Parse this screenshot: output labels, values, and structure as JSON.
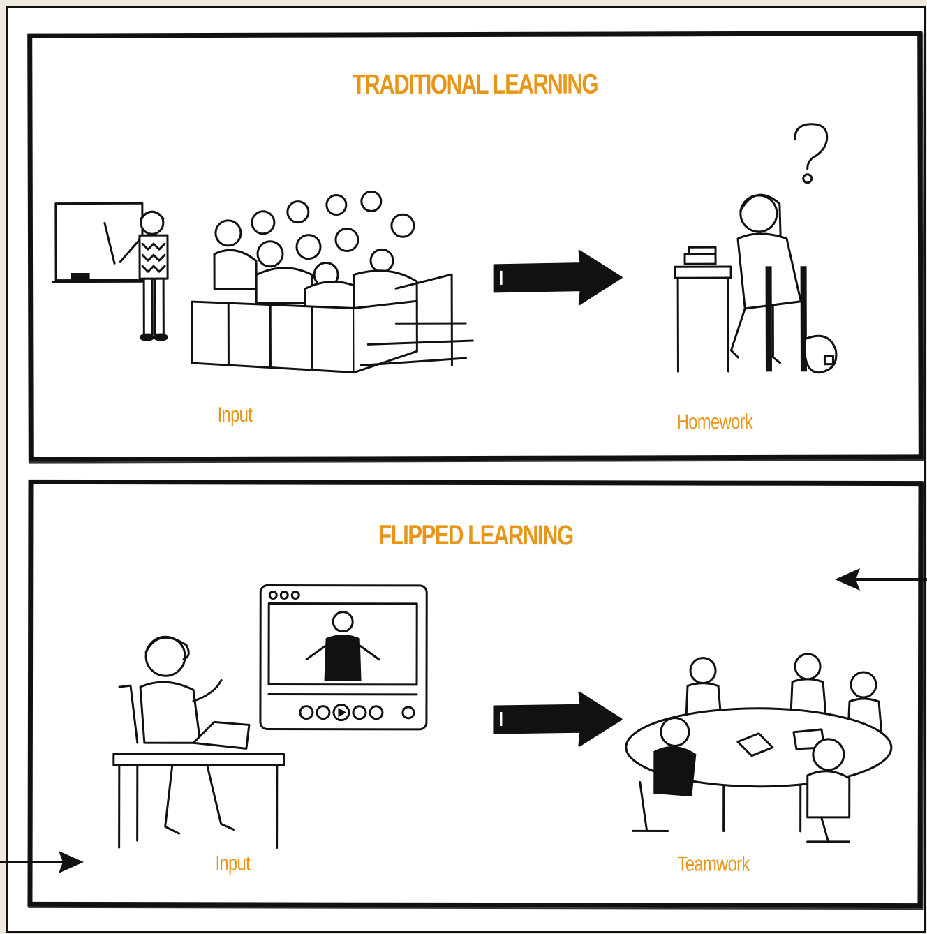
{
  "traditional": {
    "title": "TRADITIONAL LEARNING",
    "left_caption": "Input",
    "right_caption": "Homework"
  },
  "flipped": {
    "title": "FLIPPED LEARNING",
    "left_caption": "Input",
    "right_caption": "Teamwork"
  },
  "colors": {
    "accent": "#e89619",
    "ink": "#111111",
    "background": "#efe8e1"
  },
  "icons": [
    "question-mark-icon",
    "right-arrow-icon",
    "play-icon",
    "pointer-arrow-icon"
  ]
}
